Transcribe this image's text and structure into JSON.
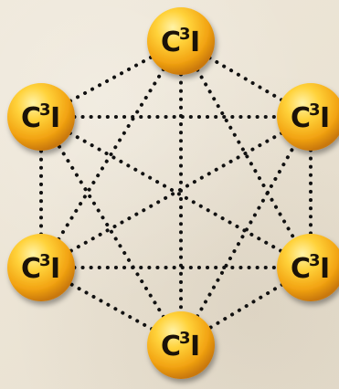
{
  "diagram": {
    "node_label": {
      "base": "C",
      "superscript": "3",
      "suffix": "I"
    },
    "colors": {
      "background": "#ece5d6",
      "node_fill_light": "#ffe066",
      "node_fill_mid": "#f7b81a",
      "node_fill_dark": "#d9870a",
      "edge": "#111111",
      "text": "#1a1208"
    }
  }
}
